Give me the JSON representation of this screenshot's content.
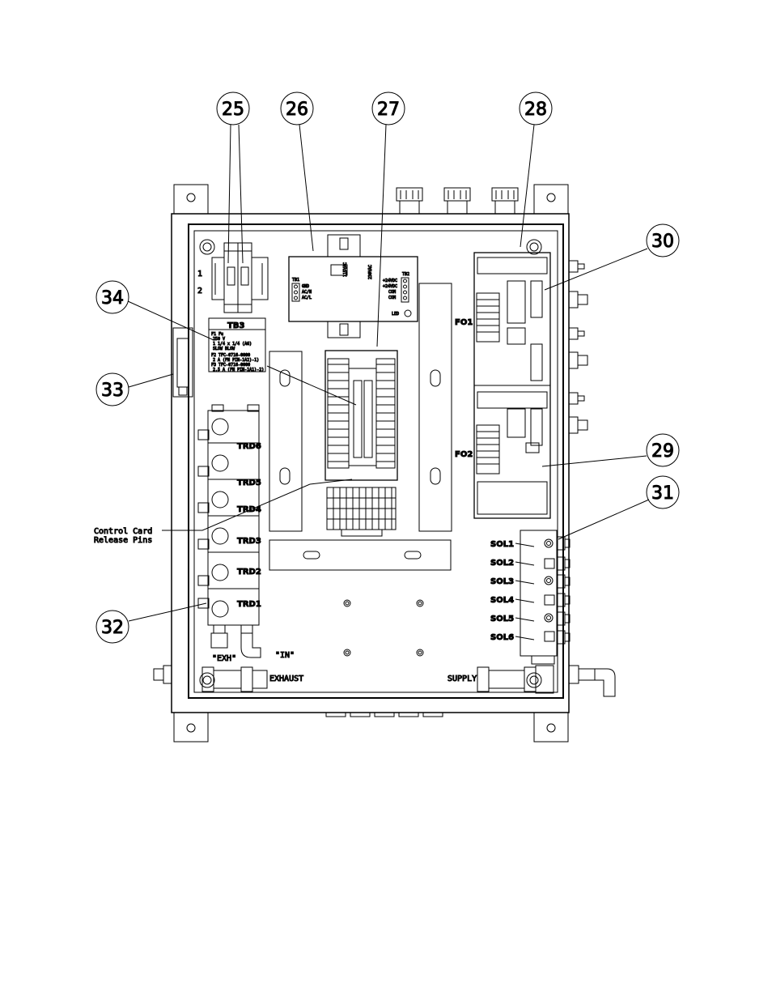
{
  "callouts": [
    "25",
    "26",
    "27",
    "28",
    "29",
    "30",
    "31",
    "32",
    "33",
    "34"
  ],
  "tb3": {
    "title": "TB3",
    "lines": [
      "F1 Fu",
      "250 V",
      "1 1/4 x 1/4 (AG)",
      "SLOW BLOW",
      "F2 TFC-0716-0000",
      "2 A (FN PIN-1A2)-1)",
      "F3 TFC-0716-0000",
      "2.5 A (FN PIN-1A1)-2)"
    ]
  },
  "power_supply": {
    "tb1": "TB1",
    "tb1_terms": [
      "GND",
      "AC/N",
      "AC/L"
    ],
    "v1": "115VAC",
    "v2": "230VAC",
    "tb2": "TB2",
    "tb2_terms": [
      "+24VDC",
      "+24VDC",
      "COM",
      "COM"
    ],
    "led": "LED"
  },
  "fo_labels": [
    "FO1",
    "FO2"
  ],
  "trd_labels": [
    "TRD6",
    "TRD5",
    "TRD4",
    "TRD3",
    "TRD2",
    "TRD1"
  ],
  "sol_labels": [
    "SOL1",
    "SOL2",
    "SOL3",
    "SOL4",
    "SOL5",
    "SOL6"
  ],
  "control_card_label": [
    "Control Card",
    "Release Pins"
  ],
  "ports": {
    "exh": "\"EXH\"",
    "in": "\"IN\"",
    "exhaust": "EXHAUST",
    "supply": "SUPPLY"
  },
  "fuse_marks": [
    "1",
    "2"
  ]
}
